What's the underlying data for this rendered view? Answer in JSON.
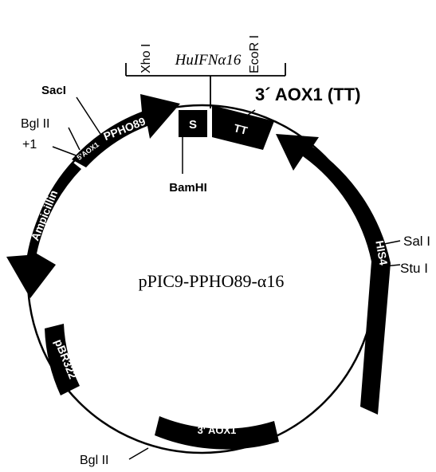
{
  "plasmid": {
    "name": "pPIC9-PPHO89-α16",
    "colors": {
      "feature": "#000000",
      "feature_text": "#ffffff",
      "backbone": "#000000",
      "background": "#ffffff"
    }
  },
  "insert": {
    "site_left": "Xho I",
    "gene": "HuIFNα16",
    "site_right": "EcoR I"
  },
  "features": {
    "signal": "S",
    "tt": "TT",
    "tt_header": "3´ AOX1 (TT)",
    "his4": "HIS4",
    "aox1_3": "3' AOX1",
    "pbr322": "pBR322",
    "ampicillin": "Ampicillin",
    "promoter_sub": "5'AOX1",
    "promoter": "PPHO89"
  },
  "sites": {
    "saci": "SacI",
    "bglii_top": "Bgl II",
    "plus1": "+1",
    "bamhi": "BamHI",
    "sali": "Sal I",
    "stui": "Stu I",
    "bglii_bottom": "Bgl II"
  }
}
